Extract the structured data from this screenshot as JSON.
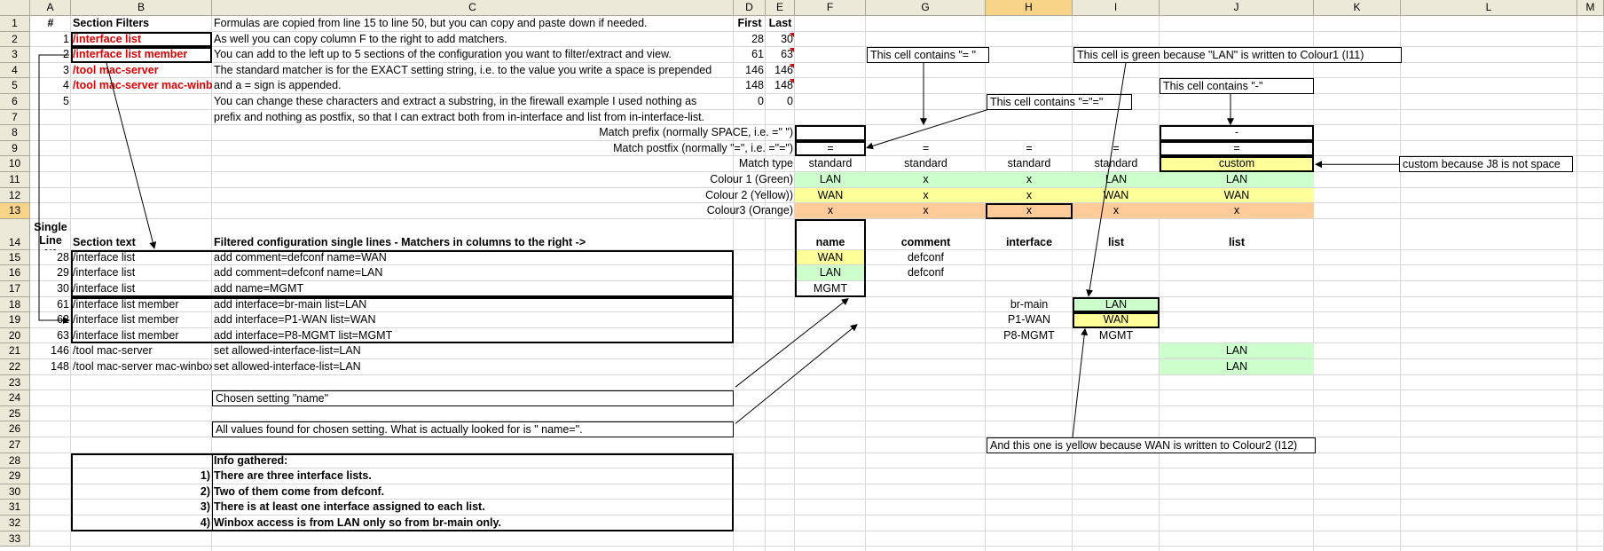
{
  "columns": [
    "A",
    "B",
    "C",
    "D",
    "E",
    "F",
    "G",
    "H",
    "I",
    "J",
    "K",
    "L",
    "M"
  ],
  "selected_column": "H",
  "selected_row": "13",
  "rows": [
    "1",
    "2",
    "3",
    "4",
    "5",
    "6",
    "7",
    "8",
    "9",
    "10",
    "11",
    "12",
    "13",
    "14",
    "15",
    "16",
    "17",
    "18",
    "19",
    "20",
    "21",
    "22",
    "23",
    "24",
    "25",
    "26",
    "27",
    "28",
    "29",
    "30",
    "31",
    "32",
    "33"
  ],
  "colors": {
    "green": "#ccffcc",
    "yellow": "#ffff99",
    "orange": "#ffcc99",
    "red": "#e00000"
  },
  "header": {
    "a1": "#",
    "b1": "Section Filters",
    "c1": "Formulas are copied from line 15 to line 50, but you can copy and paste down if needed.",
    "d1": "First",
    "e1": "Last"
  },
  "sections": [
    {
      "num": "1",
      "name": "/interface list",
      "desc": "As well you can copy column F to the right to add matchers.",
      "first": "28",
      "last": "30"
    },
    {
      "num": "2",
      "name": "/interface list member",
      "desc": "You can add to the left up to 5 sections of the configuration you want to filter/extract and view.",
      "first": "61",
      "last": "63"
    },
    {
      "num": "3",
      "name": "/tool mac-server",
      "desc": "The standard matcher is for the EXACT setting string, i.e. to the value you write a space is prepended",
      "first": "146",
      "last": "146"
    },
    {
      "num": "4",
      "name": "/tool mac-server mac-winbox",
      "desc": "and a = sign is appended.",
      "first": "148",
      "last": "148"
    },
    {
      "num": "5",
      "name": "",
      "desc": "You can change these characters and extract a substring, in the firewall example I used nothing as",
      "first": "0",
      "last": "0"
    }
  ],
  "c7": "prefix and nothing as postfix, so that I can extract both from in-interface and list from in-interface-list.",
  "labels": {
    "prefix": "Match prefix (normally SPACE, i.e. =\" \")",
    "postfix": "Match postfix (normally \"=\", i.e. =\"=\")",
    "type": "Match type",
    "colour1": "Colour 1 (Green)",
    "colour2": "Colour 2 (Yellow))",
    "colour3": "Colour3 (Orange)"
  },
  "matchers": {
    "f": {
      "prefix": "",
      "postfix": "=",
      "type": "standard",
      "c1": "LAN",
      "c2": "WAN",
      "c3": "x",
      "name": "name"
    },
    "g": {
      "prefix": "",
      "postfix": "=",
      "type": "standard",
      "c1": "x",
      "c2": "x",
      "c3": "x",
      "name": "comment"
    },
    "h": {
      "prefix": "",
      "postfix": "=",
      "type": "standard",
      "c1": "x",
      "c2": "x",
      "c3": "x",
      "name": "interface"
    },
    "i": {
      "prefix": "",
      "postfix": "=",
      "type": "standard",
      "c1": "LAN",
      "c2": "WAN",
      "c3": "x",
      "name": "list"
    },
    "j": {
      "prefix": "-",
      "postfix": "=",
      "type": "custom",
      "c1": "LAN",
      "c2": "WAN",
      "c3": "x",
      "name": "list"
    }
  },
  "table_header": {
    "line": "Single Line N°",
    "line1": "Single",
    "line2": "Line N°",
    "section": "Section text",
    "filtered": "Filtered configuration single lines - Matchers in columns to the right ->"
  },
  "table_rows": [
    {
      "row": "15",
      "num": "28",
      "section": "/interface list",
      "line": "add comment=defconf name=WAN",
      "f": "WAN",
      "g": "defconf",
      "h": "",
      "i": "",
      "j": ""
    },
    {
      "row": "16",
      "num": "29",
      "section": "/interface list",
      "line": "add comment=defconf name=LAN",
      "f": "LAN",
      "g": "defconf",
      "h": "",
      "i": "",
      "j": ""
    },
    {
      "row": "17",
      "num": "30",
      "section": "/interface list",
      "line": "add name=MGMT",
      "f": "MGMT",
      "g": "",
      "h": "",
      "i": "",
      "j": ""
    },
    {
      "row": "18",
      "num": "61",
      "section": "/interface list member",
      "line": "add interface=br-main list=LAN",
      "f": "",
      "g": "",
      "h": "br-main",
      "i": "LAN",
      "j": ""
    },
    {
      "row": "19",
      "num": "62",
      "section": "/interface list member",
      "line": "add interface=P1-WAN list=WAN",
      "f": "",
      "g": "",
      "h": "P1-WAN",
      "i": "WAN",
      "j": ""
    },
    {
      "row": "20",
      "num": "63",
      "section": "/interface list member",
      "line": "add interface=P8-MGMT list=MGMT",
      "f": "",
      "g": "",
      "h": "P8-MGMT",
      "i": "MGMT",
      "j": ""
    },
    {
      "row": "21",
      "num": "146",
      "section": "/tool mac-server",
      "line": "set allowed-interface-list=LAN",
      "f": "",
      "g": "",
      "h": "",
      "i": "",
      "j": "LAN"
    },
    {
      "row": "22",
      "num": "148",
      "section": "/tool mac-server mac-winbox",
      "line": "set allowed-interface-list=LAN",
      "f": "",
      "g": "",
      "h": "",
      "i": "",
      "j": "LAN"
    }
  ],
  "notes": {
    "chosen": "Chosen setting \"name\"",
    "allvalues": "All values found for chosen setting. What is actually looked for is \" name=\".",
    "contains_eq": "This cell contains \"= \"",
    "contains_eqq": "This cell contains \"=\"=\"",
    "green": "This cell is green because \"LAN\" is written to Colour1 (I11)",
    "dash": "This cell contains \"-\"",
    "custom": "custom because J8 is not space",
    "yellow": "And this one is yellow because WAN is written to Colour2 (I12)"
  },
  "info": {
    "title": "Info gathered:",
    "items": [
      {
        "n": "1)",
        "t": "There are three interface lists."
      },
      {
        "n": "2)",
        "t": "Two of them come from defconf."
      },
      {
        "n": "3)",
        "t": "There is at least one interface assigned to each list."
      },
      {
        "n": "4)",
        "t": "Winbox access is from LAN only so from br-main only."
      }
    ]
  }
}
